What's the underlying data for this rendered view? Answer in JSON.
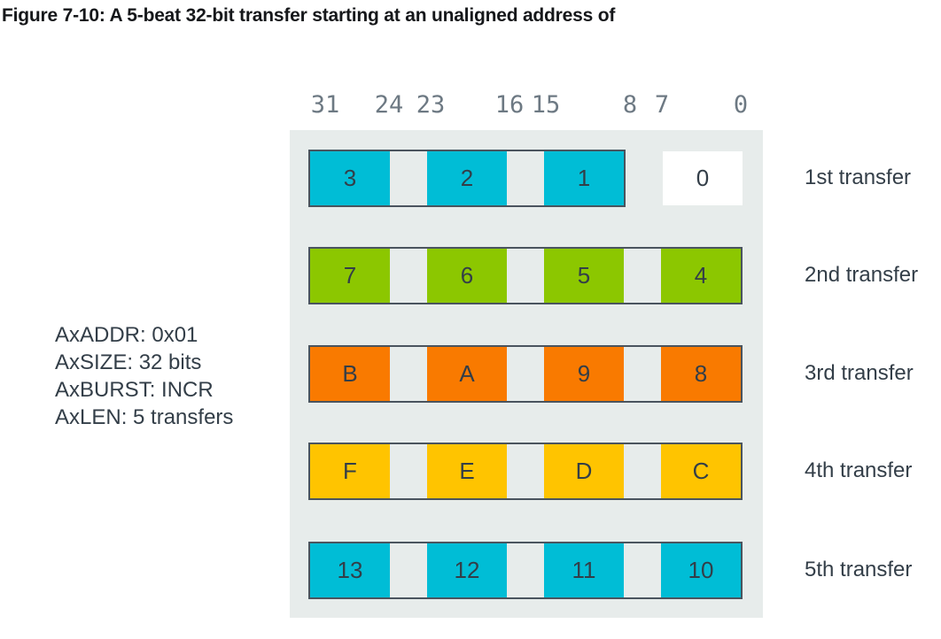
{
  "figure": {
    "title": "Figure 7-10: A 5-beat 32-bit transfer starting at an unaligned address of"
  },
  "bit_labels": [
    "31",
    "24",
    "23",
    "16",
    "15",
    "8",
    "7",
    "0"
  ],
  "params": {
    "line1": "AxADDR: 0x01",
    "line2": "AxSIZE: 32 bits",
    "line3": "AxBURST: INCR",
    "line4": "AxLEN: 5 transfers"
  },
  "transfers": [
    {
      "label": "1st transfer",
      "color": "#00bdd6",
      "bytes": [
        "3",
        "2",
        "1"
      ],
      "unwritten_byte": "0"
    },
    {
      "label": "2nd transfer",
      "color": "#8cc700",
      "bytes": [
        "7",
        "6",
        "5",
        "4"
      ]
    },
    {
      "label": "3rd transfer",
      "color": "#f97a00",
      "bytes": [
        "B",
        "A",
        "9",
        "8"
      ]
    },
    {
      "label": "4th transfer",
      "color": "#ffc400",
      "bytes": [
        "F",
        "E",
        "D",
        "C"
      ]
    },
    {
      "label": "5th transfer",
      "color": "#00bdd6",
      "bytes": [
        "13",
        "12",
        "11",
        "10"
      ]
    }
  ],
  "colors": {
    "panel_bg": "#e7eceb",
    "box_border": "#4a545e",
    "cell_text": "#333e48",
    "bit_label_text": "#6d7983",
    "cyan": "#00bdd6",
    "green": "#8cc700",
    "orange": "#f97a00",
    "yellow": "#ffc400",
    "unwritten_bg": "#ffffff"
  }
}
